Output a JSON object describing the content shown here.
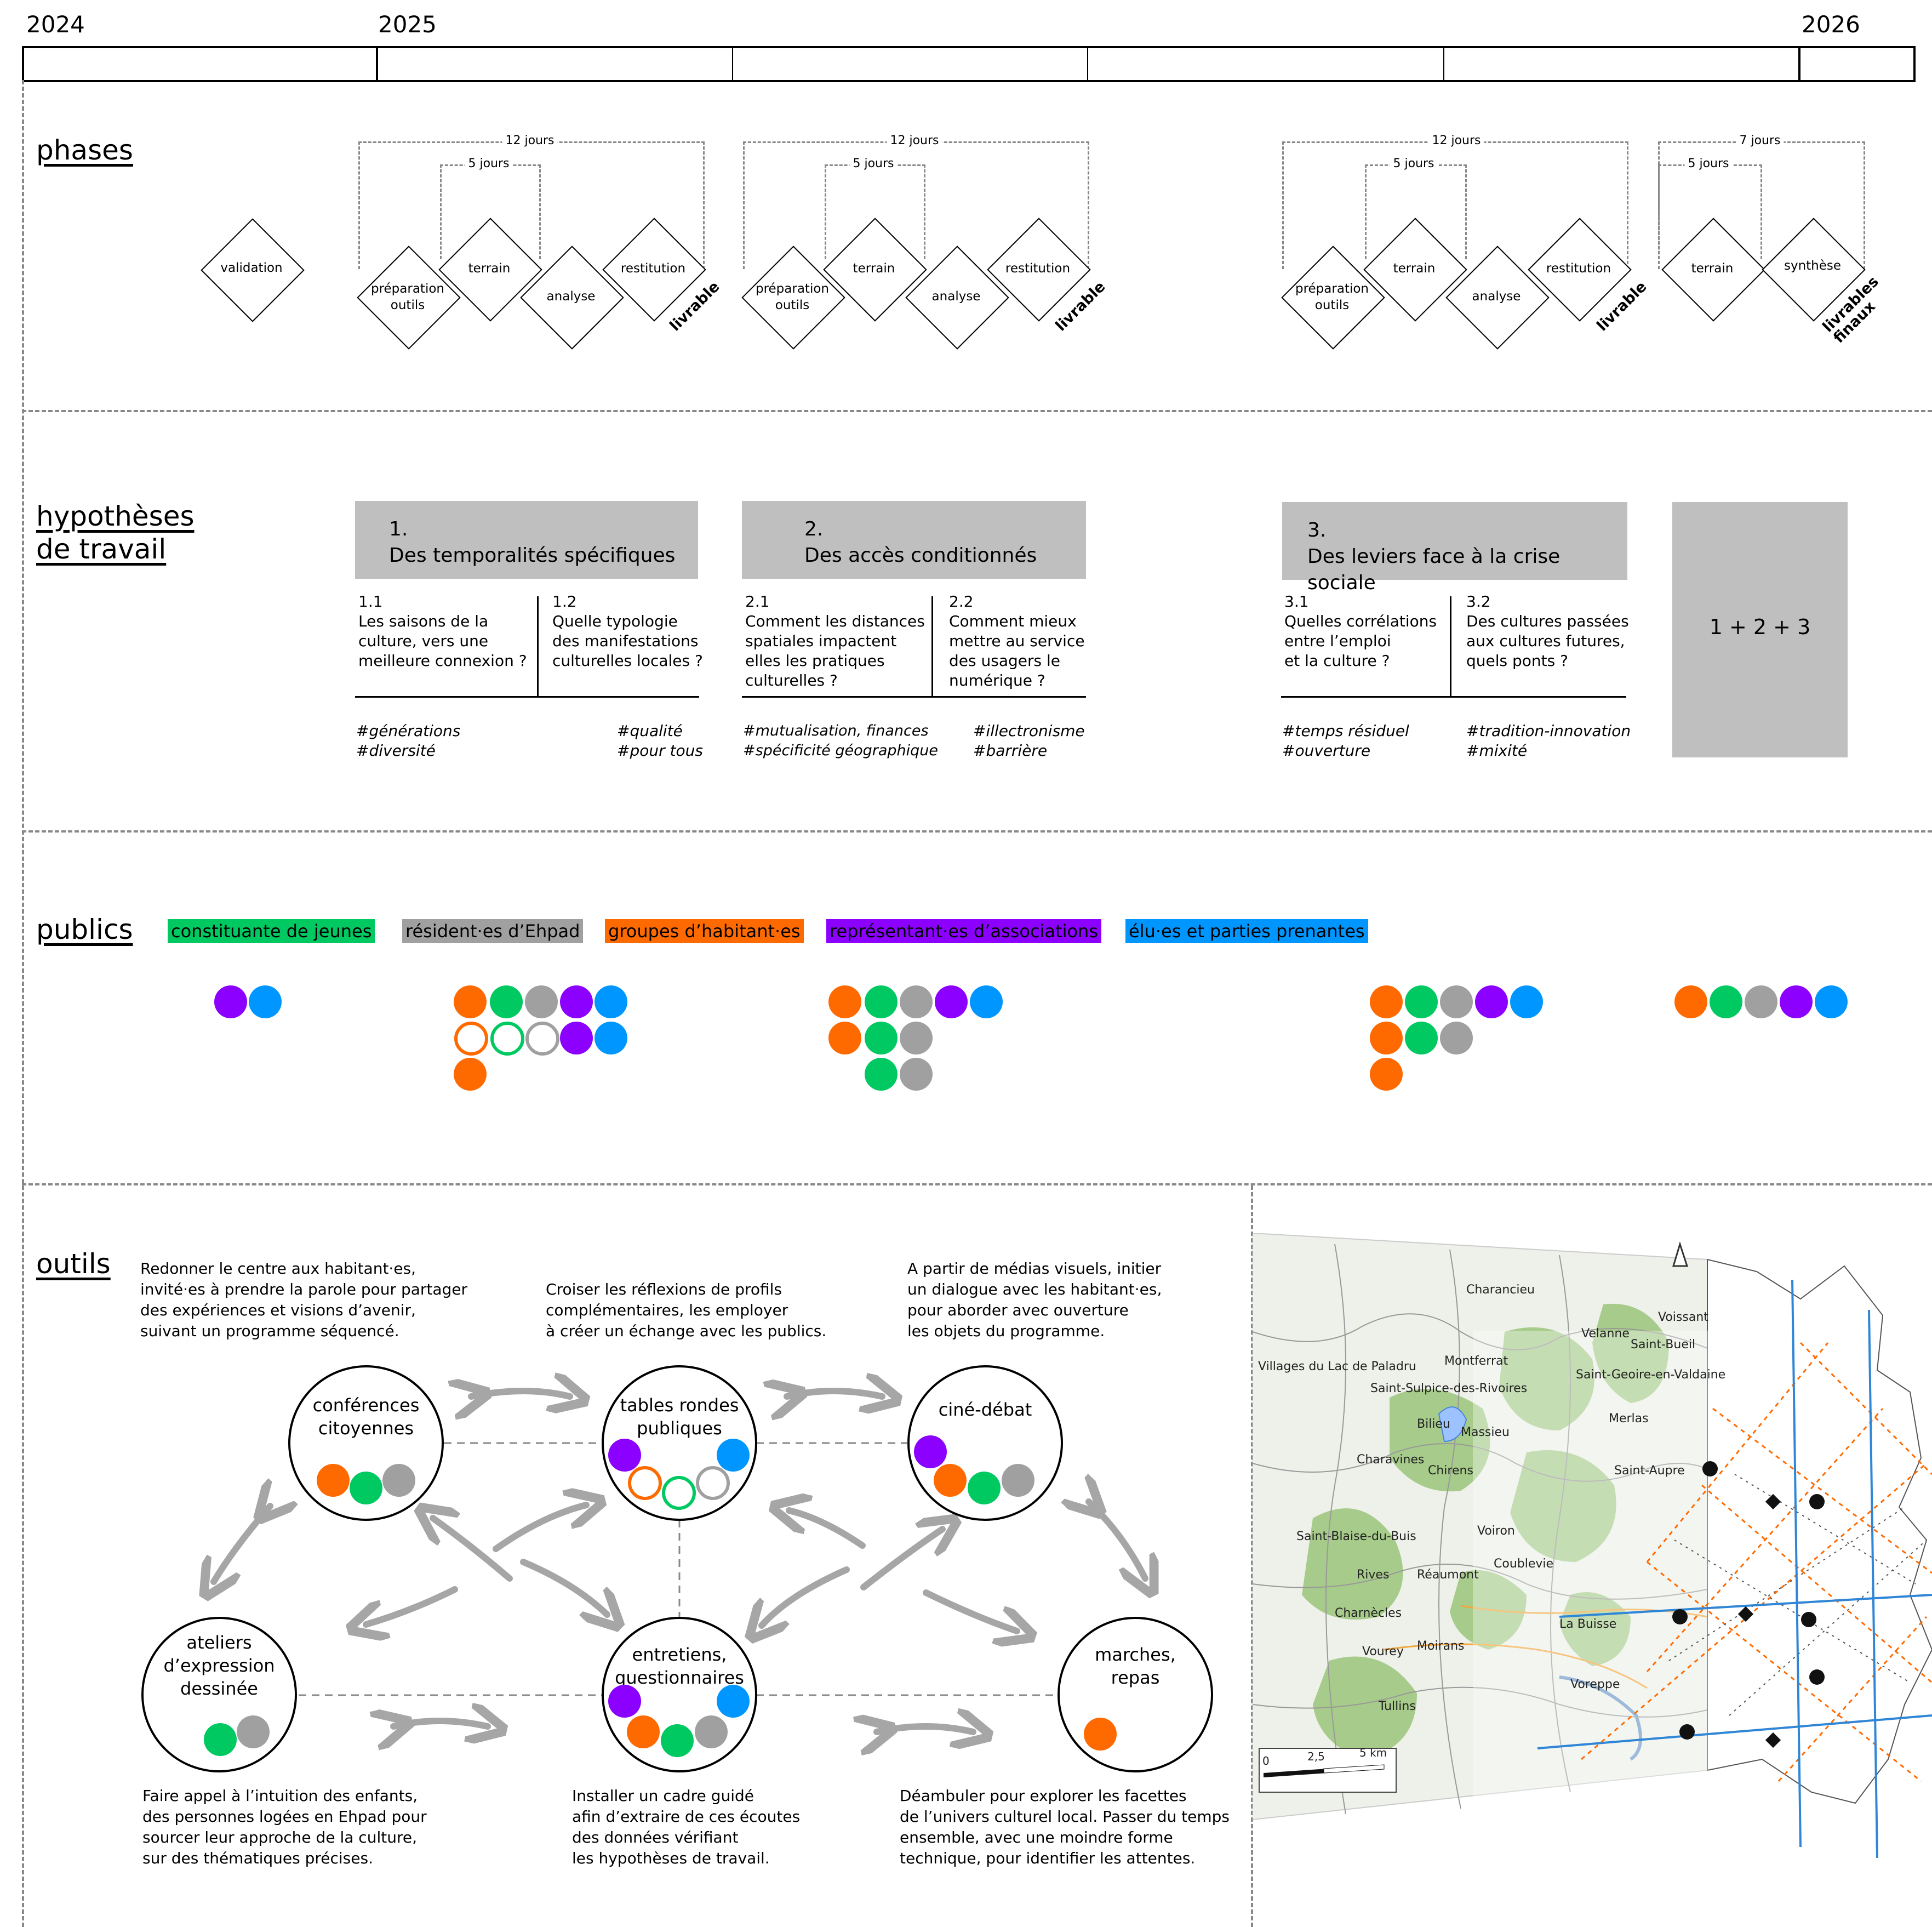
{
  "timeline": {
    "years": [
      "2024",
      "2025",
      "2026"
    ]
  },
  "colors": {
    "jeunes": "#00c961",
    "ehpad": "#a0a0a0",
    "habitants": "#ff6a00",
    "associations": "#8c00ff",
    "elus": "#0096ff"
  },
  "sections": {
    "phases": "phases",
    "hypotheses_l1": "hypothèses",
    "hypotheses_l2": "de travail",
    "publics": "publics",
    "outils": "outils"
  },
  "phases": {
    "validation": "validation",
    "prep_l1": "préparation",
    "prep_l2": "outils",
    "terrain": "terrain",
    "analyse": "analyse",
    "restitution": "restitution",
    "synthese": "synthèse",
    "livrable": "livrable",
    "livrables_finaux": "livrables\nfinaux",
    "d12": "12 jours",
    "d5": "5 jours",
    "d7": "7 jours"
  },
  "hypotheses": {
    "h1": {
      "num": "1.",
      "title": "Des temporalités spécifiques",
      "q1": {
        "num": "1.1",
        "text": [
          "Les saisons de la",
          "culture, vers une",
          "meilleure connexion ?"
        ]
      },
      "q2": {
        "num": "1.2",
        "text": [
          "Quelle typologie",
          "des manifestations",
          "culturelles locales ?"
        ]
      },
      "tags_left": [
        "#générations",
        "#diversité"
      ],
      "tags_right": [
        "#qualité",
        "#pour tous"
      ]
    },
    "h2": {
      "num": "2.",
      "title": "Des accès conditionnés",
      "q1": {
        "num": "2.1",
        "text": [
          "Comment les distances",
          "spatiales impactent",
          "elles les pratiques",
          "culturelles ?"
        ]
      },
      "q2": {
        "num": "2.2",
        "text": [
          "Comment mieux",
          "mettre au service",
          "des usagers le",
          "numérique ?"
        ]
      },
      "tags_left": [
        "#mutualisation, finances",
        "#spécificité géographique"
      ],
      "tags_right": [
        "#illectronisme",
        "#barrière"
      ]
    },
    "h3": {
      "num": "3.",
      "title": "Des leviers face à la crise sociale",
      "q1": {
        "num": "3.1",
        "text": [
          "Quelles corrélations",
          "entre l’emploi",
          "et la culture ?"
        ]
      },
      "q2": {
        "num": "3.2",
        "text": [
          "Des cultures passées",
          "aux cultures futures,",
          "quels ponts ?"
        ]
      },
      "tags_left": [
        "#temps résiduel",
        "#ouverture"
      ],
      "tags_right": [
        "#tradition-innovation",
        "#mixité"
      ]
    },
    "combined": "1 + 2 + 3"
  },
  "publics": {
    "legend": {
      "jeunes": "constituante de jeunes",
      "ehpad": "résident·es d’Ehpad",
      "habitants": "groupes d’habitant·es",
      "associations": "représentant·es d’associations",
      "elus": "élu·es et parties prenantes"
    }
  },
  "outils": {
    "conferences": {
      "title": [
        "conférences",
        "citoyennes"
      ],
      "desc": [
        "Redonner le centre aux habitant·es,",
        "invité·es à prendre la parole pour partager",
        "des expériences et visions d’avenir,",
        "suivant un programme séquencé."
      ]
    },
    "tables": {
      "title": [
        "tables rondes",
        "publiques"
      ],
      "desc": [
        "Croiser les réflexions de profils",
        "complémentaires, les employer",
        "à créer un échange avec les publics."
      ]
    },
    "cine": {
      "title": [
        "ciné-débat"
      ],
      "desc": [
        "A partir de médias visuels, initier",
        "un dialogue avec les habitant·es,",
        "pour aborder avec ouverture",
        "les objets du programme."
      ]
    },
    "ateliers": {
      "title": [
        "ateliers",
        "d’expression",
        "dessinée"
      ],
      "desc": [
        "Faire appel à l’intuition des enfants,",
        "des personnes logées en Ehpad pour",
        "sourcer leur approche de la culture,",
        "sur des thématiques précises."
      ]
    },
    "entretiens": {
      "title": [
        "entretiens,",
        "questionnaires"
      ],
      "desc": [
        "Installer un cadre guidé",
        "afin d’extraire de ces écoutes",
        "des données vérifiant",
        "les hypothèses de travail."
      ]
    },
    "marches": {
      "title": [
        "marches,",
        "repas"
      ],
      "desc": [
        "Déambuler pour explorer les facettes",
        "de l’univers culturel local. Passer du temps",
        "ensemble, avec une moindre forme",
        "technique, pour identifier les attentes."
      ]
    }
  },
  "map": {
    "places": [
      "Charancieu",
      "Villages du Lac de Paladru",
      "Montferrat",
      "Velanne",
      "Voissant",
      "Saint-Bueil",
      "Saint-Sulpice-des-Rivoires",
      "Saint-Geoire-en-Valdaine",
      "Bilieu",
      "Massieu",
      "Merlas",
      "Charavines",
      "Chirens",
      "Saint-Aupre",
      "Saint-Blaise-du-Buis",
      "Voiron",
      "Coublevie",
      "Rives",
      "Réaumont",
      "Charnècles",
      "La Buisse",
      "Vourey",
      "Moirans",
      "Voreppe",
      "Tullins"
    ],
    "scale": [
      "0",
      "2,5",
      "5 km"
    ]
  }
}
